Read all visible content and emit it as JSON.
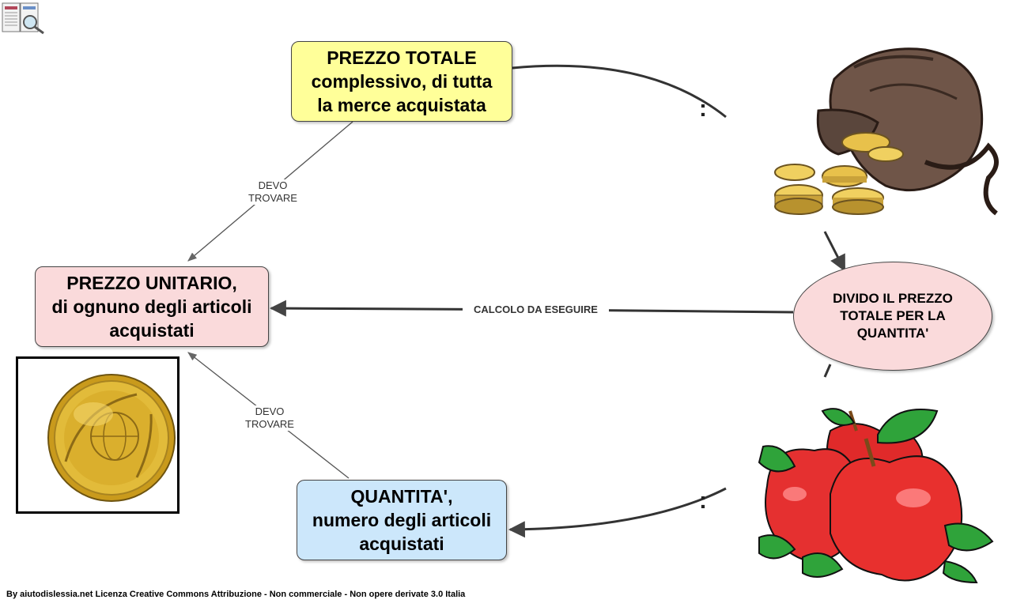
{
  "nodes": {
    "totale": "PREZZO TOTALE\ncomplessivo, di tutta\nla merce acquistata",
    "unitario": "PREZZO UNITARIO,\ndi ognuno degli articoli\nacquistati",
    "quantita": "QUANTITA',\nnumero degli articoli\nacquistati",
    "divido": "DIVIDO IL PREZZO TOTALE PER LA QUANTITA'"
  },
  "links": {
    "devo_trovare_1": "DEVO\nTROVARE",
    "devo_trovare_2": "DEVO\nTROVARE",
    "calcolo": "CALCOLO DA ESEGUIRE",
    "division_symbol_top": ":",
    "division_symbol_bottom": ":"
  },
  "footer": "By aiutodislessia.net Licenza Creative Commons Attribuzione - Non commerciale - Non opere derivate 3.0 Italia",
  "colors": {
    "totale_bg": "#ffff99",
    "unitario_bg": "#fadadb",
    "quantita_bg": "#cce7fb",
    "divido_bg": "#fadadb"
  },
  "images": {
    "logo": "book-magnifier-icon",
    "money_bag": "money-bag-coins-image",
    "apples": "red-apples-image",
    "coin": "gold-euro-coin-image"
  }
}
